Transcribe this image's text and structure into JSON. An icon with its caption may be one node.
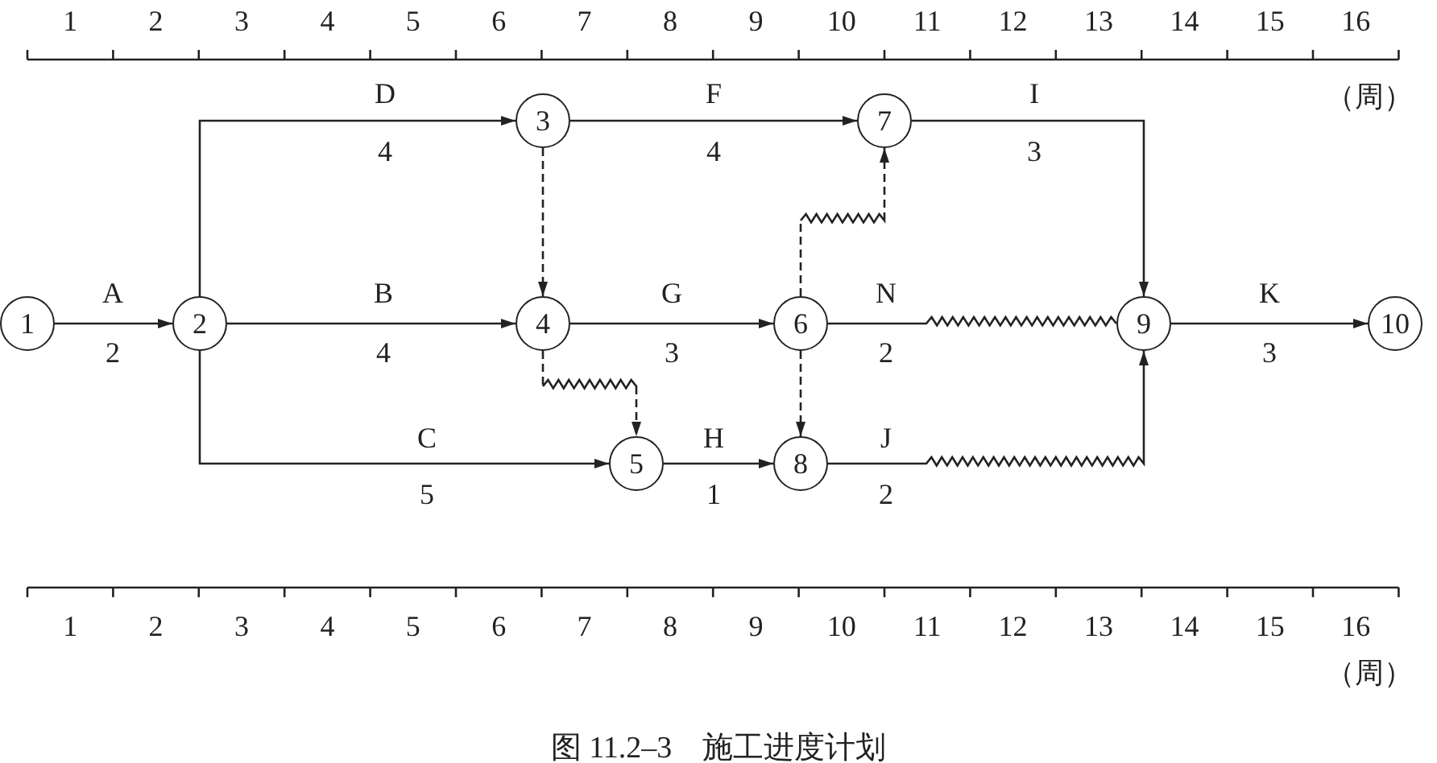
{
  "diagram": {
    "caption": "图 11.2–3　施工进度计划",
    "nodes": [
      {
        "text": [
          "1"
        ]
      },
      {
        "text": [
          "2"
        ]
      },
      {
        "text": [
          "3"
        ]
      },
      {
        "text": [
          "4"
        ]
      },
      {
        "text": [
          "5"
        ]
      },
      {
        "text": [
          "6"
        ]
      },
      {
        "text": [
          "7"
        ]
      },
      {
        "text": [
          "8"
        ]
      },
      {
        "text": [
          "9"
        ]
      },
      {
        "text": [
          "10"
        ]
      }
    ],
    "edges": [
      {
        "from": 0,
        "to": 1,
        "arrow": "to",
        "label": "A"
      },
      {
        "from": 1,
        "to": 2,
        "arrow": "to",
        "label": "D"
      },
      {
        "from": 1,
        "to": 3,
        "arrow": "to",
        "label": "B"
      },
      {
        "from": 1,
        "to": 4,
        "arrow": "to",
        "label": "C"
      },
      {
        "from": 2,
        "to": 3,
        "arrow": "to",
        "style": "dashed"
      },
      {
        "from": 2,
        "to": 6,
        "arrow": "to",
        "label": "F"
      },
      {
        "from": 3,
        "to": 5,
        "arrow": "to",
        "label": "G"
      },
      {
        "from": 3,
        "to": 4,
        "arrow": "to",
        "style": "dashed"
      },
      {
        "from": 4,
        "to": 7,
        "arrow": "to",
        "label": "H"
      },
      {
        "from": 5,
        "to": 6,
        "arrow": "to",
        "style": "dashed"
      },
      {
        "from": 5,
        "to": 8,
        "arrow": "none",
        "label": "N"
      },
      {
        "from": 5,
        "to": 7,
        "arrow": "to",
        "style": "dashed"
      },
      {
        "from": 6,
        "to": 8,
        "arrow": "to",
        "label": "I"
      },
      {
        "from": 7,
        "to": 8,
        "arrow": "to",
        "label": "J"
      },
      {
        "from": 8,
        "to": 9,
        "arrow": "to",
        "label": "K"
      }
    ],
    "labels": [
      "1",
      "2",
      "3",
      "4",
      "5",
      "6",
      "7",
      "8",
      "9",
      "10",
      "11",
      "12",
      "13",
      "14",
      "15",
      "16",
      "（周）",
      "4",
      "4",
      "3",
      "2",
      "4",
      "3",
      "2",
      "3",
      "5",
      "1",
      "2",
      "1",
      "2",
      "3",
      "4",
      "5",
      "6",
      "7",
      "8",
      "9",
      "10",
      "11",
      "12",
      "13",
      "14",
      "15",
      "16",
      "（周）"
    ]
  }
}
